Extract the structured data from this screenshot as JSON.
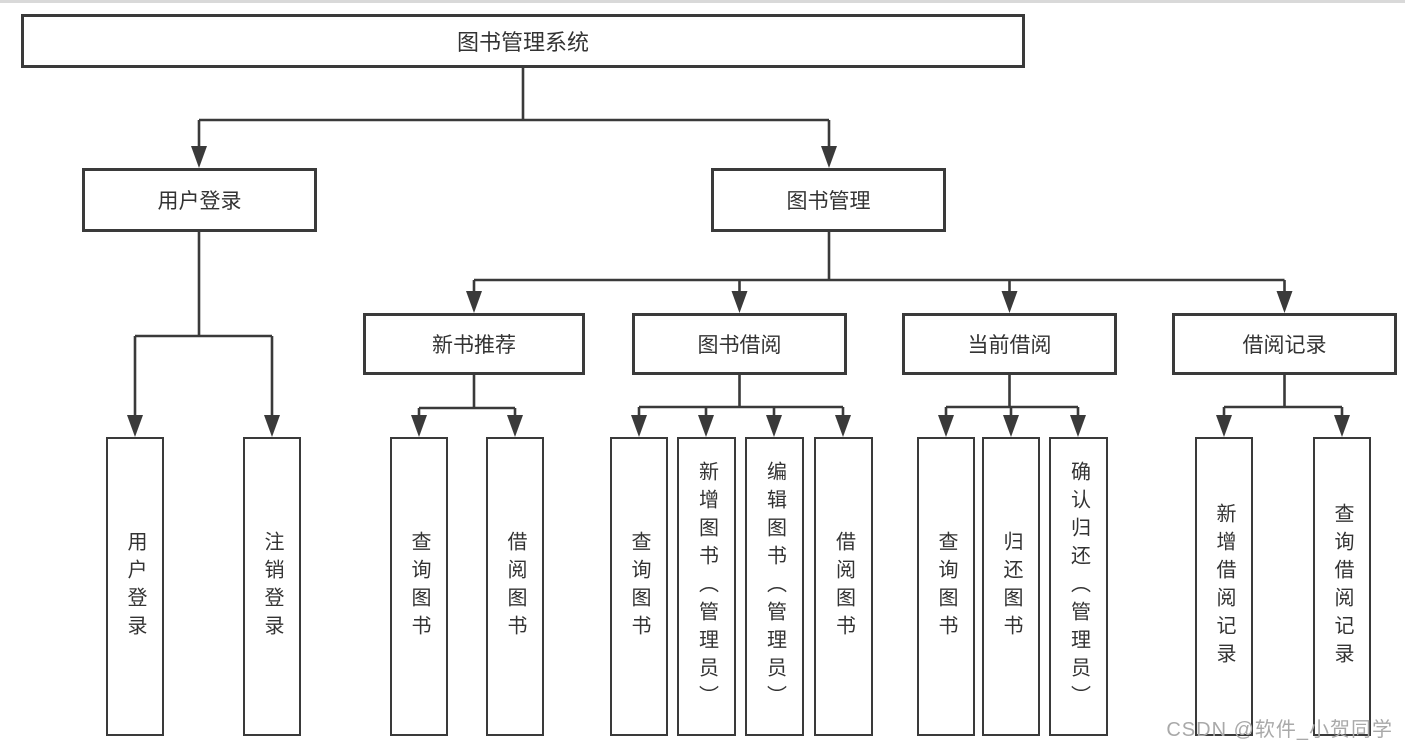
{
  "diagram": {
    "root": {
      "label": "图书管理系统"
    },
    "level2": [
      {
        "label": "用户登录"
      },
      {
        "label": "图书管理"
      }
    ],
    "level3": [
      {
        "label": "新书推荐"
      },
      {
        "label": "图书借阅"
      },
      {
        "label": "当前借阅"
      },
      {
        "label": "借阅记录"
      }
    ],
    "leaves": {
      "user_login": [
        "用户登录",
        "注销登录"
      ],
      "new_book_recommend": [
        "查询图书",
        "借阅图书"
      ],
      "book_borrow": [
        "查询图书",
        "新增图书（管理员）",
        "编辑图书（管理员）",
        "借阅图书"
      ],
      "current_borrow": [
        "查询图书",
        "归还图书",
        "确认归还（管理员）"
      ],
      "borrow_records": [
        "新增借阅记录",
        "查询借阅记录"
      ]
    }
  },
  "watermark": {
    "text": "CSDN @软件_小贺同学"
  },
  "colors": {
    "line": "#3a3a3a",
    "box_border": "#3a3a3a",
    "text": "#333333",
    "watermark": "#a9a9a9",
    "background": "#ffffff"
  }
}
